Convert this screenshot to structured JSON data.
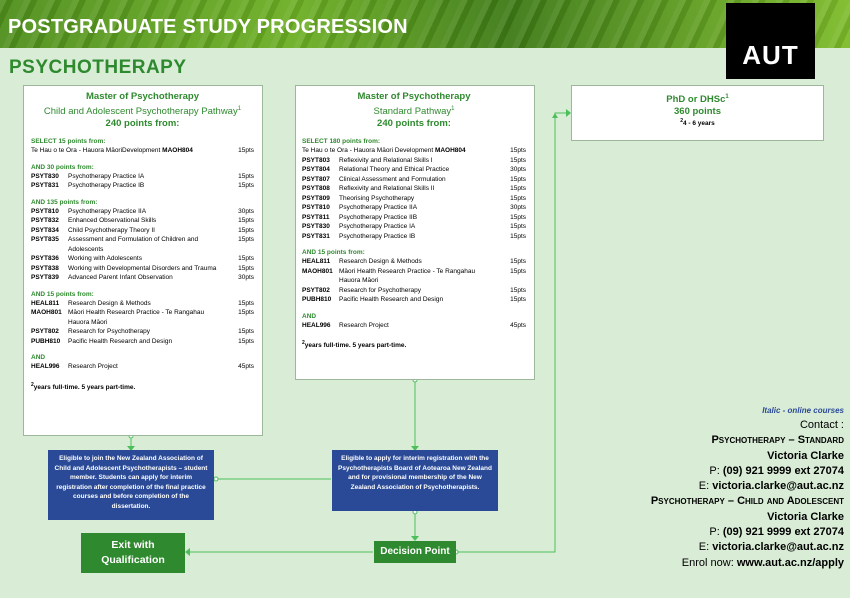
{
  "header": {
    "title": "POSTGRADUATE STUDY PROGRESSION",
    "logo_text": "AUT"
  },
  "subtitle": "PSYCHOTHERAPY",
  "left_box": {
    "title": "Master of Psychotherapy",
    "pathway": "Child and Adolescent Psychotherapy Pathway",
    "pathway_sup": "1",
    "points": "240 points from:",
    "groups": [
      {
        "label": "SELECT 15 points from:",
        "rows": [
          {
            "code": "MAOH804",
            "title": "Te Hau o te Ora - Hauora MāoriDevelopment",
            "pts": "15pts",
            "wide": true
          }
        ]
      },
      {
        "label": "AND 30 points from:",
        "rows": [
          {
            "code": "PSYT830",
            "title": "Psychotherapy Practice IA",
            "pts": "15pts"
          },
          {
            "code": "PSYT831",
            "title": "Psychotherapy Practice IB",
            "pts": "15pts"
          }
        ]
      },
      {
        "label": "AND 135 points from:",
        "rows": [
          {
            "code": "PSYT810",
            "title": "Psychotherapy Practice IIA",
            "pts": "30pts"
          },
          {
            "code": "PSYT832",
            "title": "Enhanced Observational Skills",
            "pts": "15pts"
          },
          {
            "code": "PSYT834",
            "title": "Child Psychotherapy Theory II",
            "pts": "15pts"
          },
          {
            "code": "PSYT835",
            "title": "Assessment and Formulation of Children and Adolescents",
            "pts": "15pts"
          },
          {
            "code": "PSYT836",
            "title": "Working with Adolescents",
            "pts": "15pts"
          },
          {
            "code": "PSYT838",
            "title": "Working with Developmental Disorders and Trauma",
            "pts": "15pts"
          },
          {
            "code": "PSYT839",
            "title": "Advanced Parent Infant Observation",
            "pts": "30pts"
          }
        ]
      },
      {
        "label": "AND 15 points from:",
        "rows": [
          {
            "code": "HEAL811",
            "title": "Research Design & Methods",
            "pts": "15pts"
          },
          {
            "code": "MAOH801",
            "title": "Māori Health Research Practice - Te Rangahau Hauora Māori",
            "pts": "15pts"
          },
          {
            "code": "PSYT802",
            "title": "Research for Psychotherapy",
            "pts": "15pts"
          },
          {
            "code": "PUBH810",
            "title": "Pacific Health Research and Design",
            "pts": "15pts"
          }
        ]
      },
      {
        "label": "AND",
        "rows": [
          {
            "code": "HEAL996",
            "title": "Research Project",
            "pts": "45pts"
          }
        ]
      }
    ],
    "note_sup": "2",
    "note": "years full-time. 5 years part-time."
  },
  "middle_box": {
    "title": "Master of Psychotherapy",
    "pathway": "Standard Pathway",
    "pathway_sup": "1",
    "points": "240 points from:",
    "groups": [
      {
        "label": "SELECT 180 points from:",
        "rows": [
          {
            "code": "MAOH804",
            "title": "Te Hau o te Ora - Hauora Māori Development",
            "pts": "15pts",
            "wide": true
          },
          {
            "code": "PSYT803",
            "title": "Reflexivity and Relational Skills I",
            "pts": "15pts"
          },
          {
            "code": "PSYT804",
            "title": "Relational Theory and Ethical Practice",
            "pts": "30pts"
          },
          {
            "code": "PSYT807",
            "title": "Clinical Assessment and Formulation",
            "pts": "15pts"
          },
          {
            "code": "PSYT808",
            "title": "Reflexivity and Relational Skills II",
            "pts": "15pts"
          },
          {
            "code": "PSYT809",
            "title": "Theorising Psychotherapy",
            "pts": "15pts"
          },
          {
            "code": "PSYT810",
            "title": "Psychotherapy Practice IIA",
            "pts": "30pts"
          },
          {
            "code": "PSYT811",
            "title": "Psychotherapy Practice IIB",
            "pts": "15pts"
          },
          {
            "code": "PSYT830",
            "title": "Psychotherapy Practice IA",
            "pts": "15pts"
          },
          {
            "code": "PSYT831",
            "title": "Psychotherapy Practice IB",
            "pts": "15pts"
          }
        ]
      },
      {
        "label": "AND 15 points from:",
        "rows": [
          {
            "code": "HEAL811",
            "title": "Research Design & Methods",
            "pts": "15pts"
          },
          {
            "code": "MAOH801",
            "title": "Māori Health Research Practice - Te Rangahau Hauora Māori",
            "pts": "15pts"
          },
          {
            "code": "PSYT802",
            "title": "Research for Psychotherapy",
            "pts": "15pts"
          },
          {
            "code": "PUBH810",
            "title": "Pacific Health Research and Design",
            "pts": "15pts"
          }
        ]
      },
      {
        "label": "AND",
        "rows": [
          {
            "code": "HEAL996",
            "title": "Research Project",
            "pts": "45pts"
          }
        ]
      }
    ],
    "note_sup": "2",
    "note": "years full-time. 5 years part-time."
  },
  "right_box": {
    "title": "PhD or DHSc",
    "title_sup": "1",
    "points": "360 points",
    "duration_sup": "2",
    "duration": "4 - 6 years"
  },
  "blue_left": "Eligible to join the New Zealand Association of Child and Adolescent Psychotherapists – student member. Students can apply for interim registration after completion of the final practice courses and before completion of the dissertation.",
  "blue_middle": "Eligible to apply for interim registration with the Psychotherapists Board of Aotearoa New Zealand and for provisional membership of the New Zealand Association of Psychotherapists.",
  "exit": "Exit with Qualification",
  "decision": "Decision Point",
  "contact": {
    "italic_note": "Italic - online courses",
    "contact_label": "Contact :",
    "p1_heading": "Psychotherapy – Standard",
    "p1_name": "Victoria Clarke",
    "p1_phone_label": "P:",
    "p1_phone": "(09) 921 9999 ext 27074",
    "p1_email_label": "E:",
    "p1_email": "victoria.clarke@aut.ac.nz",
    "p2_heading": "Psychotherapy – Child and Adolescent",
    "p2_name": "Victoria Clarke",
    "p2_phone_label": "P:",
    "p2_phone": "(09) 921 9999 ext 27074",
    "p2_email_label": "E:",
    "p2_email": "victoria.clarke@aut.ac.nz",
    "enrol_label": "Enrol now:",
    "enrol_url": "www.aut.ac.nz/apply"
  },
  "colors": {
    "green": "#2f8a2f",
    "blue": "#2a4a97",
    "bg": "#d8ecd6",
    "connector": "#4cbf5a"
  }
}
